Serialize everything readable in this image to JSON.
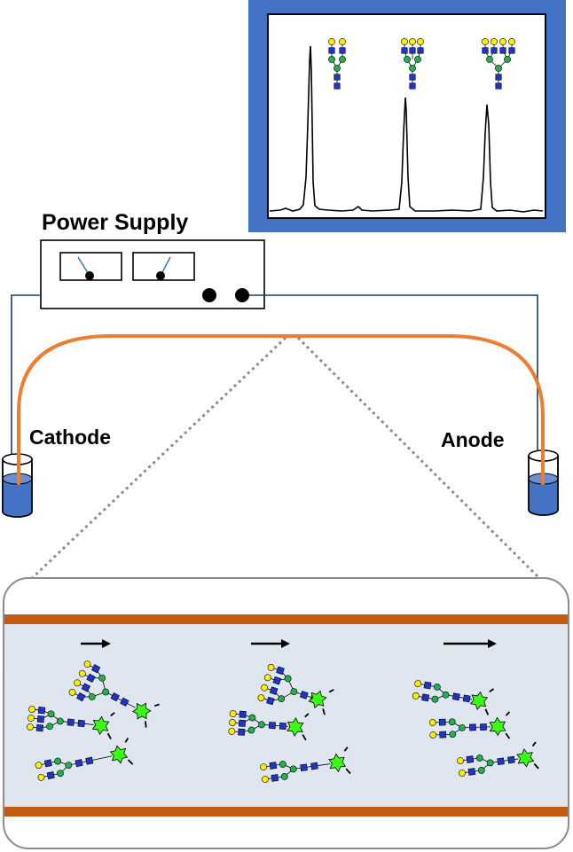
{
  "labels": {
    "power_supply": "Power Supply",
    "cathode": "Cathode",
    "anode": "Anode"
  },
  "colors": {
    "monitor_frame": "#4472c4",
    "capillary": "#ed7d31",
    "channel_wall": "#c55a11",
    "channel_fill": "#dfe6f0",
    "buffer": "#4472c4",
    "wire": "#1f3864",
    "glcnac": "#1f35c9",
    "mannose": "#22b14c",
    "galactose": "#ffee00",
    "fluorophore": "#39ff14"
  },
  "glycan_structures": [
    "biantennary",
    "triantennary",
    "tetraantennary"
  ]
}
